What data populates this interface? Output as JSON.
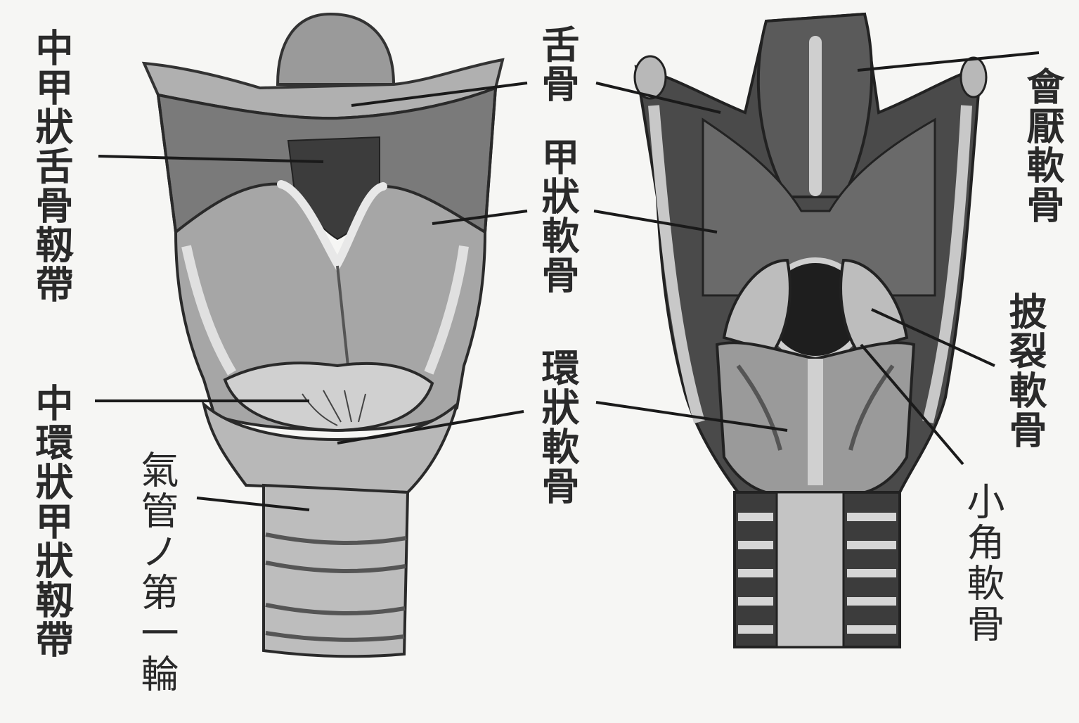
{
  "labels": {
    "median_thyrohyoid_ligament": "中甲狀舌骨靱帶",
    "median_cricothyroid_ligament": "中環狀甲狀靱帶",
    "first_tracheal_ring": "氣管ノ第一輪",
    "hyoid_bone": "舌骨",
    "thyroid_cartilage": "甲狀軟骨",
    "cricoid_cartilage": "環狀軟骨",
    "epiglottic_cartilage": "會厭軟骨",
    "arytenoid_cartilage": "披裂軟骨",
    "corniculate_cartilage": "小角軟骨"
  },
  "colors": {
    "background": "#f6f6f4",
    "ink": "#2a2a2a",
    "tissue_light": "#b8b8b8",
    "tissue_mid": "#8a8a8a",
    "tissue_dark": "#3c3c3c"
  }
}
